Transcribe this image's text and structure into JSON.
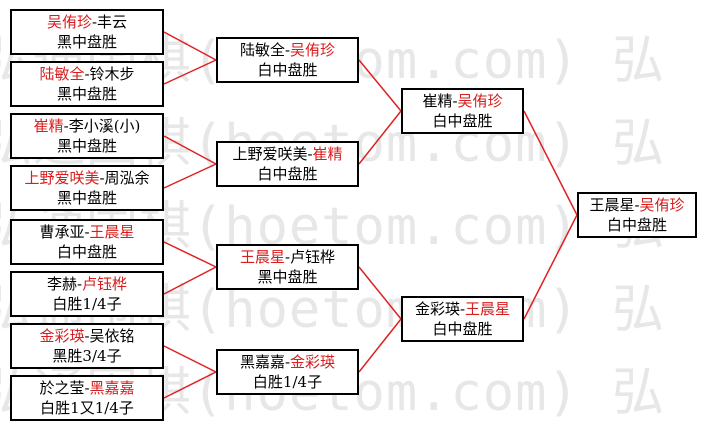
{
  "watermark": {
    "lines": [
      "弘通围棋(hoetom.com) 弘",
      "弘通围棋(hoetom.com) 弘",
      "弘通围棋(hoetom.com) 弘",
      "弘通围棋(hoetom.com) 弘",
      "弘通围棋(hoetom.com) 弘"
    ]
  },
  "colors": {
    "winner": "#d81e1e",
    "connector": "#e02020",
    "border": "#000000"
  },
  "round1": [
    {
      "p1": "吴侑珍",
      "sep": "-",
      "p2": "丰云",
      "winner": "p1",
      "result": "黑中盘胜"
    },
    {
      "p1": "陆敏全",
      "sep": "-",
      "p2": "铃木步",
      "winner": "p1",
      "result": "黑中盘胜"
    },
    {
      "p1": "崔精",
      "sep": "-",
      "p2": "李小溪(小)",
      "winner": "p1",
      "result": "黑中盘胜"
    },
    {
      "p1": "上野爱咲美",
      "sep": "-",
      "p2": "周泓余",
      "winner": "p1",
      "result": "黑中盘胜"
    },
    {
      "p1": "曹承亚",
      "sep": "-",
      "p2": "王晨星",
      "winner": "p2",
      "result": "白中盘胜"
    },
    {
      "p1": "李赫",
      "sep": "-",
      "p2": "卢钰桦",
      "winner": "p2",
      "result": "白胜1/4子"
    },
    {
      "p1": "金彩瑛",
      "sep": "-",
      "p2": "吴依铭",
      "winner": "p1",
      "result": "黑胜3/4子"
    },
    {
      "p1": "於之莹",
      "sep": "-",
      "p2": "黑嘉嘉",
      "winner": "p2",
      "result": "白胜1又1/4子"
    }
  ],
  "round2": [
    {
      "p1": "陆敏全",
      "sep": "-",
      "p2": "吴侑珍",
      "winner": "p2",
      "result": "白中盘胜"
    },
    {
      "p1": "上野爱咲美",
      "sep": "-",
      "p2": "崔精",
      "winner": "p2",
      "result": "白中盘胜"
    },
    {
      "p1": "王晨星",
      "sep": "-",
      "p2": "卢钰桦",
      "winner": "p1",
      "result": "黑中盘胜"
    },
    {
      "p1": "黑嘉嘉",
      "sep": "-",
      "p2": "金彩瑛",
      "winner": "p2",
      "result": "白胜1/4子"
    }
  ],
  "round3": [
    {
      "p1": "崔精",
      "sep": "-",
      "p2": "吴侑珍",
      "winner": "p2",
      "result": "白中盘胜"
    },
    {
      "p1": "金彩瑛",
      "sep": "-",
      "p2": "王晨星",
      "winner": "p2",
      "result": "白中盘胜"
    }
  ],
  "final": {
    "p1": "王晨星",
    "sep": "-",
    "p2": "吴侑珍",
    "winner": "p2",
    "result": "白中盘胜"
  }
}
